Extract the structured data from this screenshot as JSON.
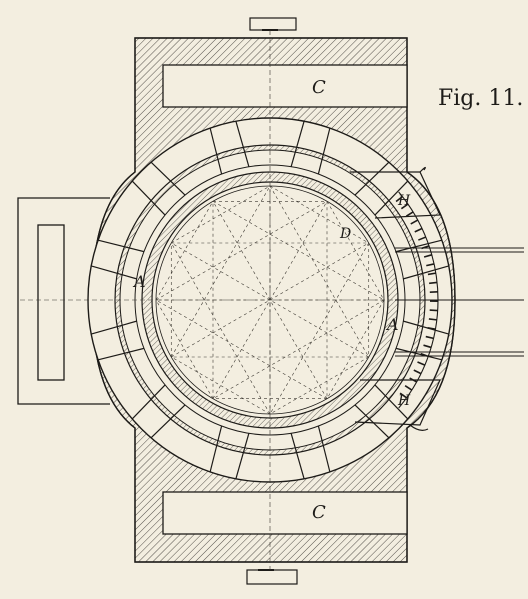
{
  "figure": {
    "title": "Fig. 11.",
    "labels": {
      "c_top": "C",
      "c_bottom": "C",
      "a_left": "A",
      "a_right": "A",
      "h_top": "H",
      "h_bottom": "H",
      "d": "D"
    }
  },
  "colors": {
    "paper": "#f3eee0",
    "ink": "#1d1b18"
  }
}
